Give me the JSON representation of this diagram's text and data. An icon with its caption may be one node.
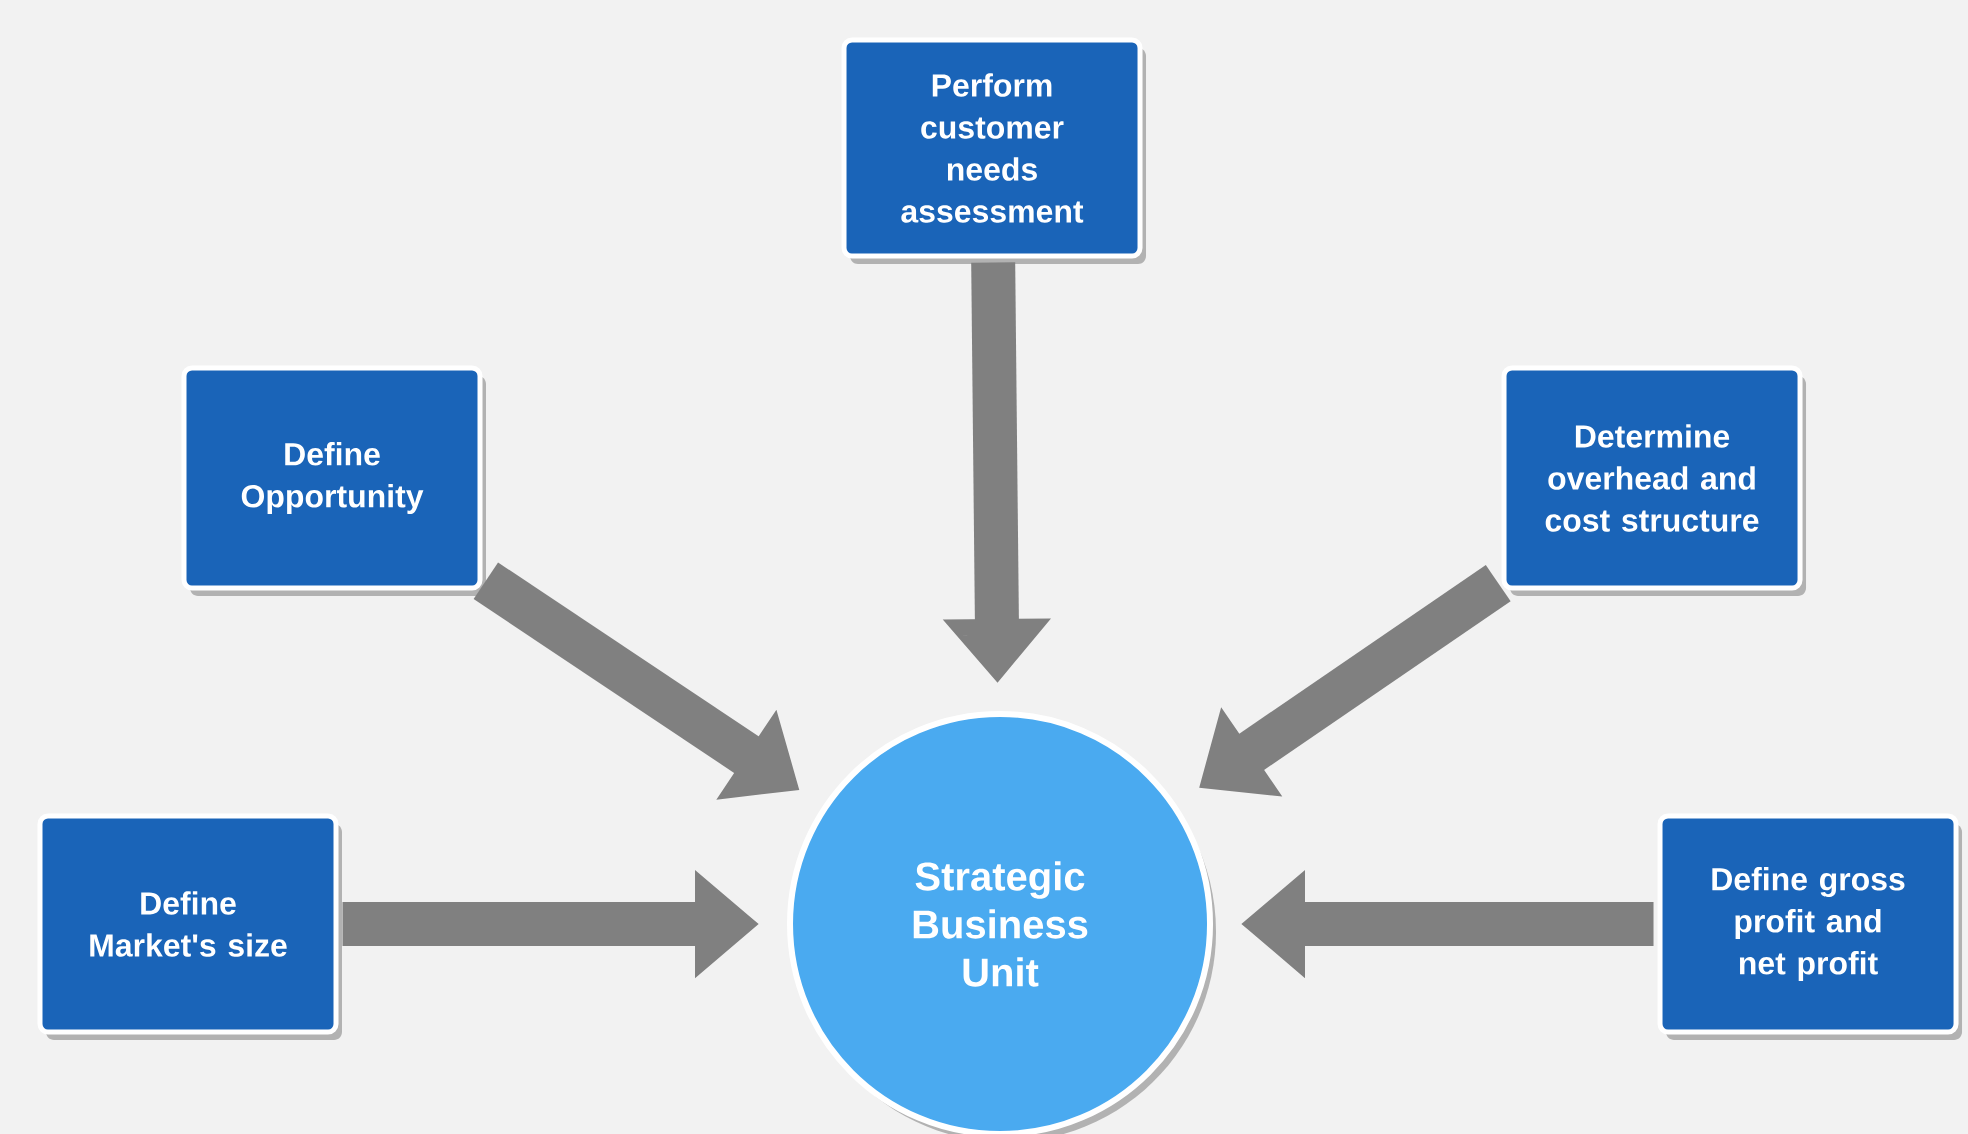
{
  "diagram": {
    "nodes": [
      {
        "text": [
          "Perform customer needs assessment"
        ]
      },
      {
        "text": [
          "Define Opportunity"
        ]
      },
      {
        "text": [
          "Determine overhead and cost structure"
        ]
      },
      {
        "text": [
          "Define Market's size"
        ]
      },
      {
        "text": [
          "Strategic Business Unit"
        ]
      },
      {
        "text": [
          "Define gross profit and net profit"
        ]
      }
    ],
    "edges": [
      {
        "from": 0,
        "to": 4,
        "arrow": "to"
      },
      {
        "from": 1,
        "to": 4,
        "arrow": "to"
      },
      {
        "from": 2,
        "to": 4,
        "arrow": "to"
      },
      {
        "from": 3,
        "to": 4,
        "arrow": "to"
      },
      {
        "from": 5,
        "to": 4,
        "arrow": "to"
      }
    ]
  }
}
